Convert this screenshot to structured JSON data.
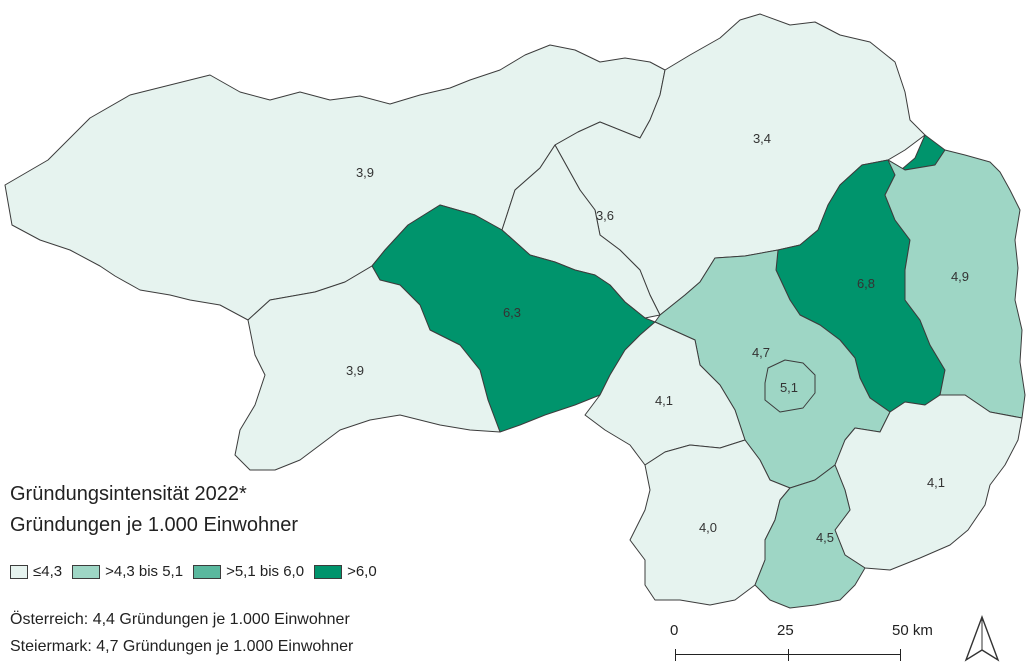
{
  "title": "Gründungsintensität 2022*",
  "subtitle": "Gründungen je 1.000 Einwohner",
  "legend": [
    {
      "label": "≤4,3",
      "color": "#e6f3ef"
    },
    {
      "label": ">4,3 bis 5,1",
      "color": "#9ed6c5"
    },
    {
      "label": ">5,1 bis 6,0",
      "color": "#5ab89e"
    },
    {
      "label": ">6,0",
      "color": "#00946c"
    }
  ],
  "colors": {
    "low": "#e6f3ef",
    "mid": "#9ed6c5",
    "high": "#5ab89e",
    "top": "#00946c",
    "border": "#3c3c3c"
  },
  "regions": [
    {
      "value": "3,9",
      "class": "low"
    },
    {
      "value": "3,4",
      "class": "low"
    },
    {
      "value": "3,6",
      "class": "low"
    },
    {
      "value": "6,3",
      "class": "top"
    },
    {
      "value": "3,9",
      "class": "low"
    },
    {
      "value": "6,8",
      "class": "top"
    },
    {
      "value": "4,9",
      "class": "mid"
    },
    {
      "value": "4,7",
      "class": "mid"
    },
    {
      "value": "5,1",
      "class": "mid"
    },
    {
      "value": "4,1",
      "class": "low"
    },
    {
      "value": "4,1",
      "class": "low"
    },
    {
      "value": "4,0",
      "class": "low"
    },
    {
      "value": "4,5",
      "class": "mid"
    }
  ],
  "notes": {
    "austria": "Österreich:  4,4 Gründungen je 1.000 Einwohner",
    "styria": "Steiermark: 4,7 Gründungen je 1.000 Einwohner"
  },
  "scale": {
    "ticks": [
      "0",
      "25",
      "50 km"
    ]
  },
  "north_arrow": "north-arrow-icon"
}
